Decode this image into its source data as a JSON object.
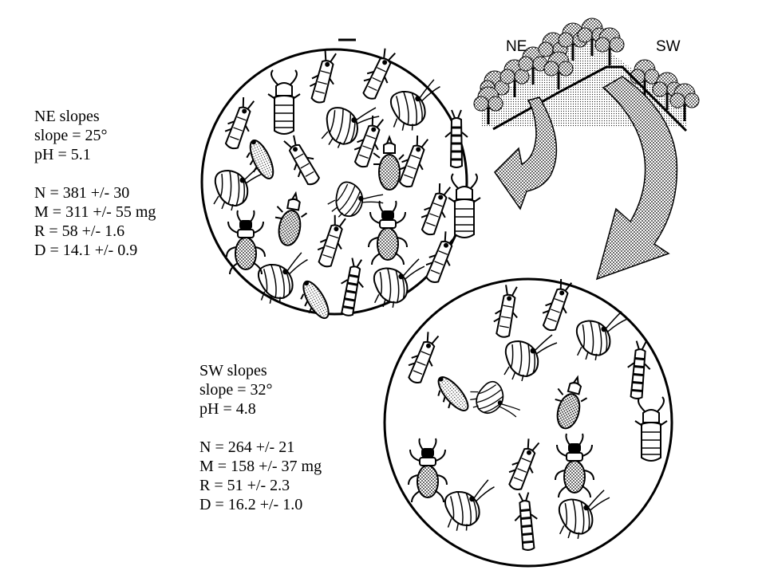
{
  "ridge": {
    "left_label": "NE",
    "right_label": "SW"
  },
  "ne": {
    "heading": "NE slopes",
    "slope": "slope = 25°",
    "ph": "pH = 5.1",
    "n": "N = 381 +/- 30",
    "m": "M = 311 +/- 55 mg",
    "r": "R = 58 +/- 1.6",
    "d": "D = 14.1 +/- 0.9"
  },
  "sw": {
    "heading": "SW slopes",
    "slope": "slope = 32°",
    "ph": "pH = 4.8",
    "n": "N = 264 +/- 21",
    "m": "M = 158 +/- 37 mg",
    "r": "R = 51 +/- 2.3",
    "d": "D = 16.2 +/- 1.0"
  },
  "icons": [
    "springtail-icon",
    "amphipod-icon",
    "mite-icon",
    "beetle-icon",
    "tree-icon"
  ]
}
